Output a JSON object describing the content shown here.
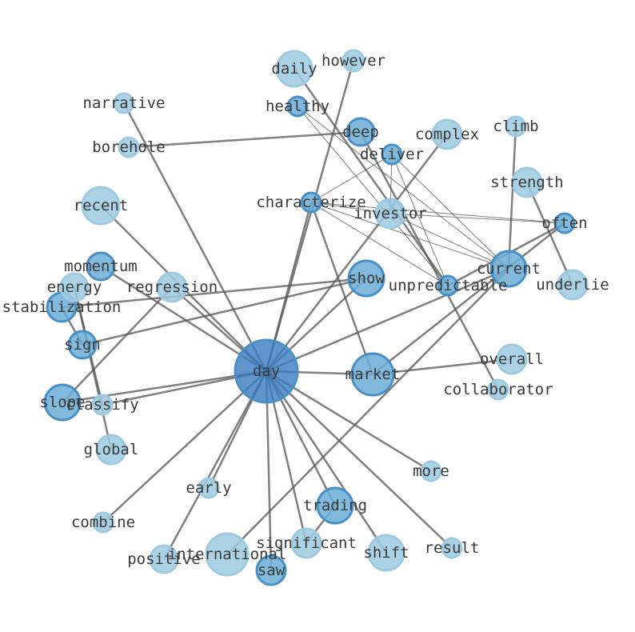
{
  "graph": {
    "colors": {
      "background": "#ffffff",
      "node_fill_light": "#9ecae1",
      "node_fill_mid": "#6baed6",
      "node_fill_dark": "#3a7cbf",
      "node_stroke": "#4a90c8",
      "edge": "#555555",
      "label": "#3a3a3a"
    },
    "nodes": [
      {
        "id": "day",
        "label": "day"
      },
      {
        "id": "market",
        "label": "market"
      },
      {
        "id": "current",
        "label": "current"
      },
      {
        "id": "show",
        "label": "show"
      },
      {
        "id": "trading",
        "label": "trading"
      },
      {
        "id": "slope",
        "label": "slope"
      },
      {
        "id": "regression",
        "label": "regression"
      },
      {
        "id": "momentum",
        "label": "momentum"
      },
      {
        "id": "stabilization",
        "label": "stabilization"
      },
      {
        "id": "sign",
        "label": "sign"
      },
      {
        "id": "deep",
        "label": "deep"
      },
      {
        "id": "unpredictable",
        "label": "unpredictable"
      },
      {
        "id": "characterize",
        "label": "characterize"
      },
      {
        "id": "deliver",
        "label": "deliver"
      },
      {
        "id": "often",
        "label": "often"
      },
      {
        "id": "healthy",
        "label": "healthy"
      },
      {
        "id": "saw",
        "label": "saw"
      },
      {
        "id": "significant",
        "label": "significant"
      },
      {
        "id": "daily",
        "label": "daily"
      },
      {
        "id": "however",
        "label": "however"
      },
      {
        "id": "narrative",
        "label": "narrative"
      },
      {
        "id": "borehole",
        "label": "borehole"
      },
      {
        "id": "complex",
        "label": "complex"
      },
      {
        "id": "climb",
        "label": "climb"
      },
      {
        "id": "strength",
        "label": "strength"
      },
      {
        "id": "investor",
        "label": "investor"
      },
      {
        "id": "recent",
        "label": "recent"
      },
      {
        "id": "energy",
        "label": "energy"
      },
      {
        "id": "underlie",
        "label": "underlie"
      },
      {
        "id": "overall",
        "label": "overall"
      },
      {
        "id": "collaborator",
        "label": "collaborator"
      },
      {
        "id": "classify",
        "label": "classify"
      },
      {
        "id": "global",
        "label": "global"
      },
      {
        "id": "more",
        "label": "more"
      },
      {
        "id": "early",
        "label": "early"
      },
      {
        "id": "combine",
        "label": "combine"
      },
      {
        "id": "positive",
        "label": "positive"
      },
      {
        "id": "international",
        "label": "international"
      },
      {
        "id": "shift",
        "label": "shift"
      },
      {
        "id": "result",
        "label": "result"
      }
    ],
    "edges": [
      [
        "day",
        "narrative"
      ],
      [
        "day",
        "recent"
      ],
      [
        "day",
        "momentum"
      ],
      [
        "day",
        "regression"
      ],
      [
        "day",
        "slope"
      ],
      [
        "day",
        "classify"
      ],
      [
        "day",
        "characterize"
      ],
      [
        "day",
        "however"
      ],
      [
        "day",
        "complex"
      ],
      [
        "day",
        "show"
      ],
      [
        "day",
        "market"
      ],
      [
        "day",
        "current"
      ],
      [
        "day",
        "early"
      ],
      [
        "day",
        "combine"
      ],
      [
        "day",
        "positive"
      ],
      [
        "day",
        "saw"
      ],
      [
        "day",
        "significant"
      ],
      [
        "day",
        "trading"
      ],
      [
        "day",
        "shift"
      ],
      [
        "day",
        "more"
      ],
      [
        "day",
        "result"
      ],
      [
        "borehole",
        "deep"
      ],
      [
        "deep",
        "collaborator"
      ],
      [
        "daily",
        "unpredictable"
      ],
      [
        "healthy",
        "unpredictable"
      ],
      [
        "healthy",
        "current"
      ],
      [
        "characterize",
        "investor"
      ],
      [
        "characterize",
        "unpredictable"
      ],
      [
        "characterize",
        "often"
      ],
      [
        "characterize",
        "deliver"
      ],
      [
        "characterize",
        "current"
      ],
      [
        "characterize",
        "market"
      ],
      [
        "deliver",
        "investor"
      ],
      [
        "deliver",
        "unpredictable"
      ],
      [
        "deliver",
        "current"
      ],
      [
        "investor",
        "often"
      ],
      [
        "investor",
        "current"
      ],
      [
        "climb",
        "current"
      ],
      [
        "strength",
        "underlie"
      ],
      [
        "often",
        "unpredictable"
      ],
      [
        "often",
        "market"
      ],
      [
        "current",
        "international"
      ],
      [
        "show",
        "stabilization"
      ],
      [
        "show",
        "sign"
      ],
      [
        "regression",
        "slope"
      ],
      [
        "energy",
        "classify"
      ],
      [
        "energy",
        "global"
      ],
      [
        "stabilization",
        "sign"
      ],
      [
        "market",
        "overall"
      ],
      [
        "trading",
        "significant"
      ]
    ]
  }
}
